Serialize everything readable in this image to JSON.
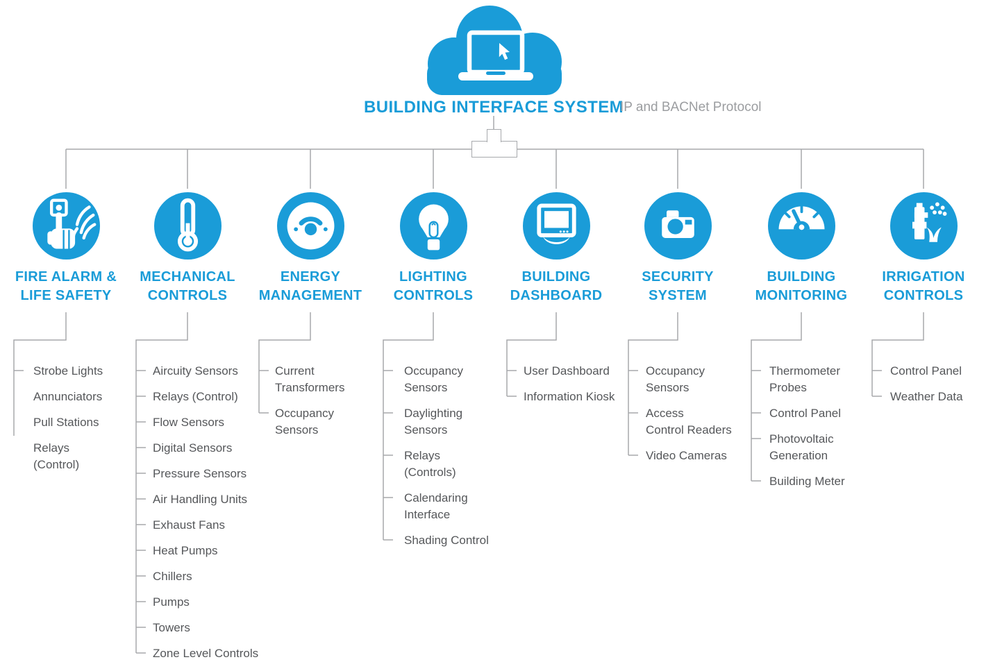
{
  "root": {
    "title": "BUILDING INTERFACE SYSTEM",
    "subtitle": "IP and BACNet Protocol"
  },
  "colors": {
    "brand_blue": "#1A9CD8",
    "connector_gray": "#A7A9AC",
    "leaf_text_gray": "#55575A",
    "subtitle_gray": "#9B9DA0"
  },
  "branches": [
    {
      "id": "fire-alarm-life-safety",
      "icon": "fire-alarm-icon",
      "label": "FIRE ALARM &\nLIFE SAFETY",
      "items": [
        "Strobe Lights",
        "Annunciators",
        "Pull Stations",
        "Relays\n(Control)"
      ]
    },
    {
      "id": "mechanical-controls",
      "icon": "thermometer-icon",
      "label": "MECHANICAL\nCONTROLS",
      "items": [
        "Aircuity Sensors",
        "Relays (Control)",
        "Flow Sensors",
        "Digital Sensors",
        "Pressure Sensors",
        "Air Handling Units",
        "Exhaust Fans",
        "Heat Pumps",
        "Chillers",
        "Pumps",
        "Towers",
        "Zone Level Controls"
      ]
    },
    {
      "id": "energy-management",
      "icon": "thermostat-dial-icon",
      "label": "ENERGY\nMANAGEMENT",
      "items": [
        "Current\nTransformers",
        "Occupancy\nSensors"
      ]
    },
    {
      "id": "lighting-controls",
      "icon": "lightbulb-icon",
      "label": "LIGHTING\nCONTROLS",
      "items": [
        "Occupancy\nSensors",
        "Daylighting\nSensors",
        "Relays\n(Controls)",
        "Calendaring\nInterface",
        "Shading Control"
      ]
    },
    {
      "id": "building-dashboard",
      "icon": "monitor-icon",
      "label": "BUILDING\nDASHBOARD",
      "items": [
        "User Dashboard",
        "Information Kiosk"
      ]
    },
    {
      "id": "security-system",
      "icon": "camera-icon",
      "label": "SECURITY\nSYSTEM",
      "items": [
        "Occupancy\nSensors",
        "Access\nControl Readers",
        "Video Cameras"
      ]
    },
    {
      "id": "building-monitoring",
      "icon": "gauge-icon",
      "label": "BUILDING\nMONITORING",
      "items": [
        "Thermometer\nProbes",
        "Control Panel",
        "Photovoltaic\nGeneration",
        "Building Meter"
      ]
    },
    {
      "id": "irrigation-controls",
      "icon": "sprinkler-icon",
      "label": "IRRIGATION\nCONTROLS",
      "items": [
        "Control Panel",
        "Weather Data"
      ]
    }
  ]
}
